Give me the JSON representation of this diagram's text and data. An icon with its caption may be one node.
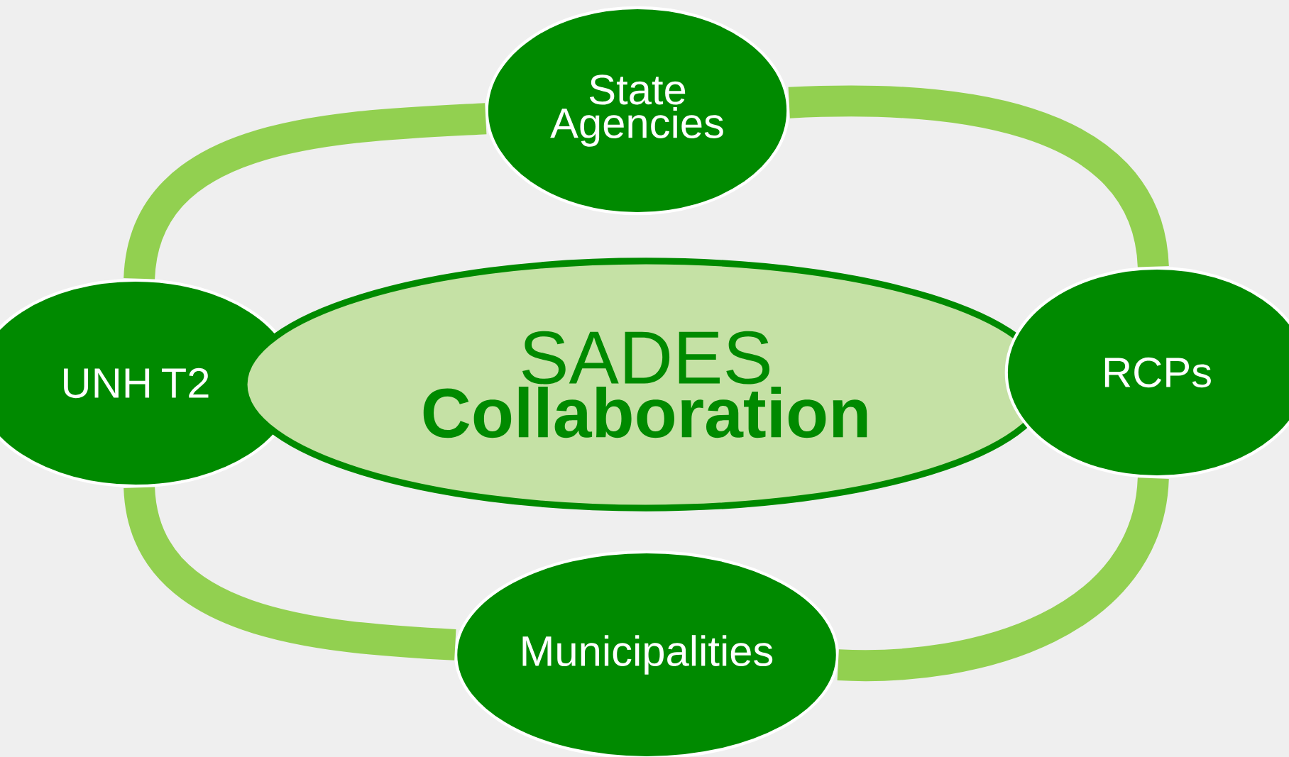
{
  "diagram": {
    "nodes": [
      {
        "text": [
          "State Agencies"
        ]
      },
      {
        "text": [
          "UNH T2"
        ]
      },
      {
        "text": [
          "SADES",
          "Collaboration"
        ]
      },
      {
        "text": [
          "RCPs"
        ]
      },
      {
        "text": [
          "Municipalities"
        ]
      }
    ],
    "edges": [
      {
        "from": 1,
        "to": 0,
        "arrow": "none"
      },
      {
        "from": 0,
        "to": 3,
        "arrow": "none"
      },
      {
        "from": 3,
        "to": 4,
        "arrow": "none"
      },
      {
        "from": 4,
        "to": 1,
        "arrow": "none"
      }
    ]
  }
}
